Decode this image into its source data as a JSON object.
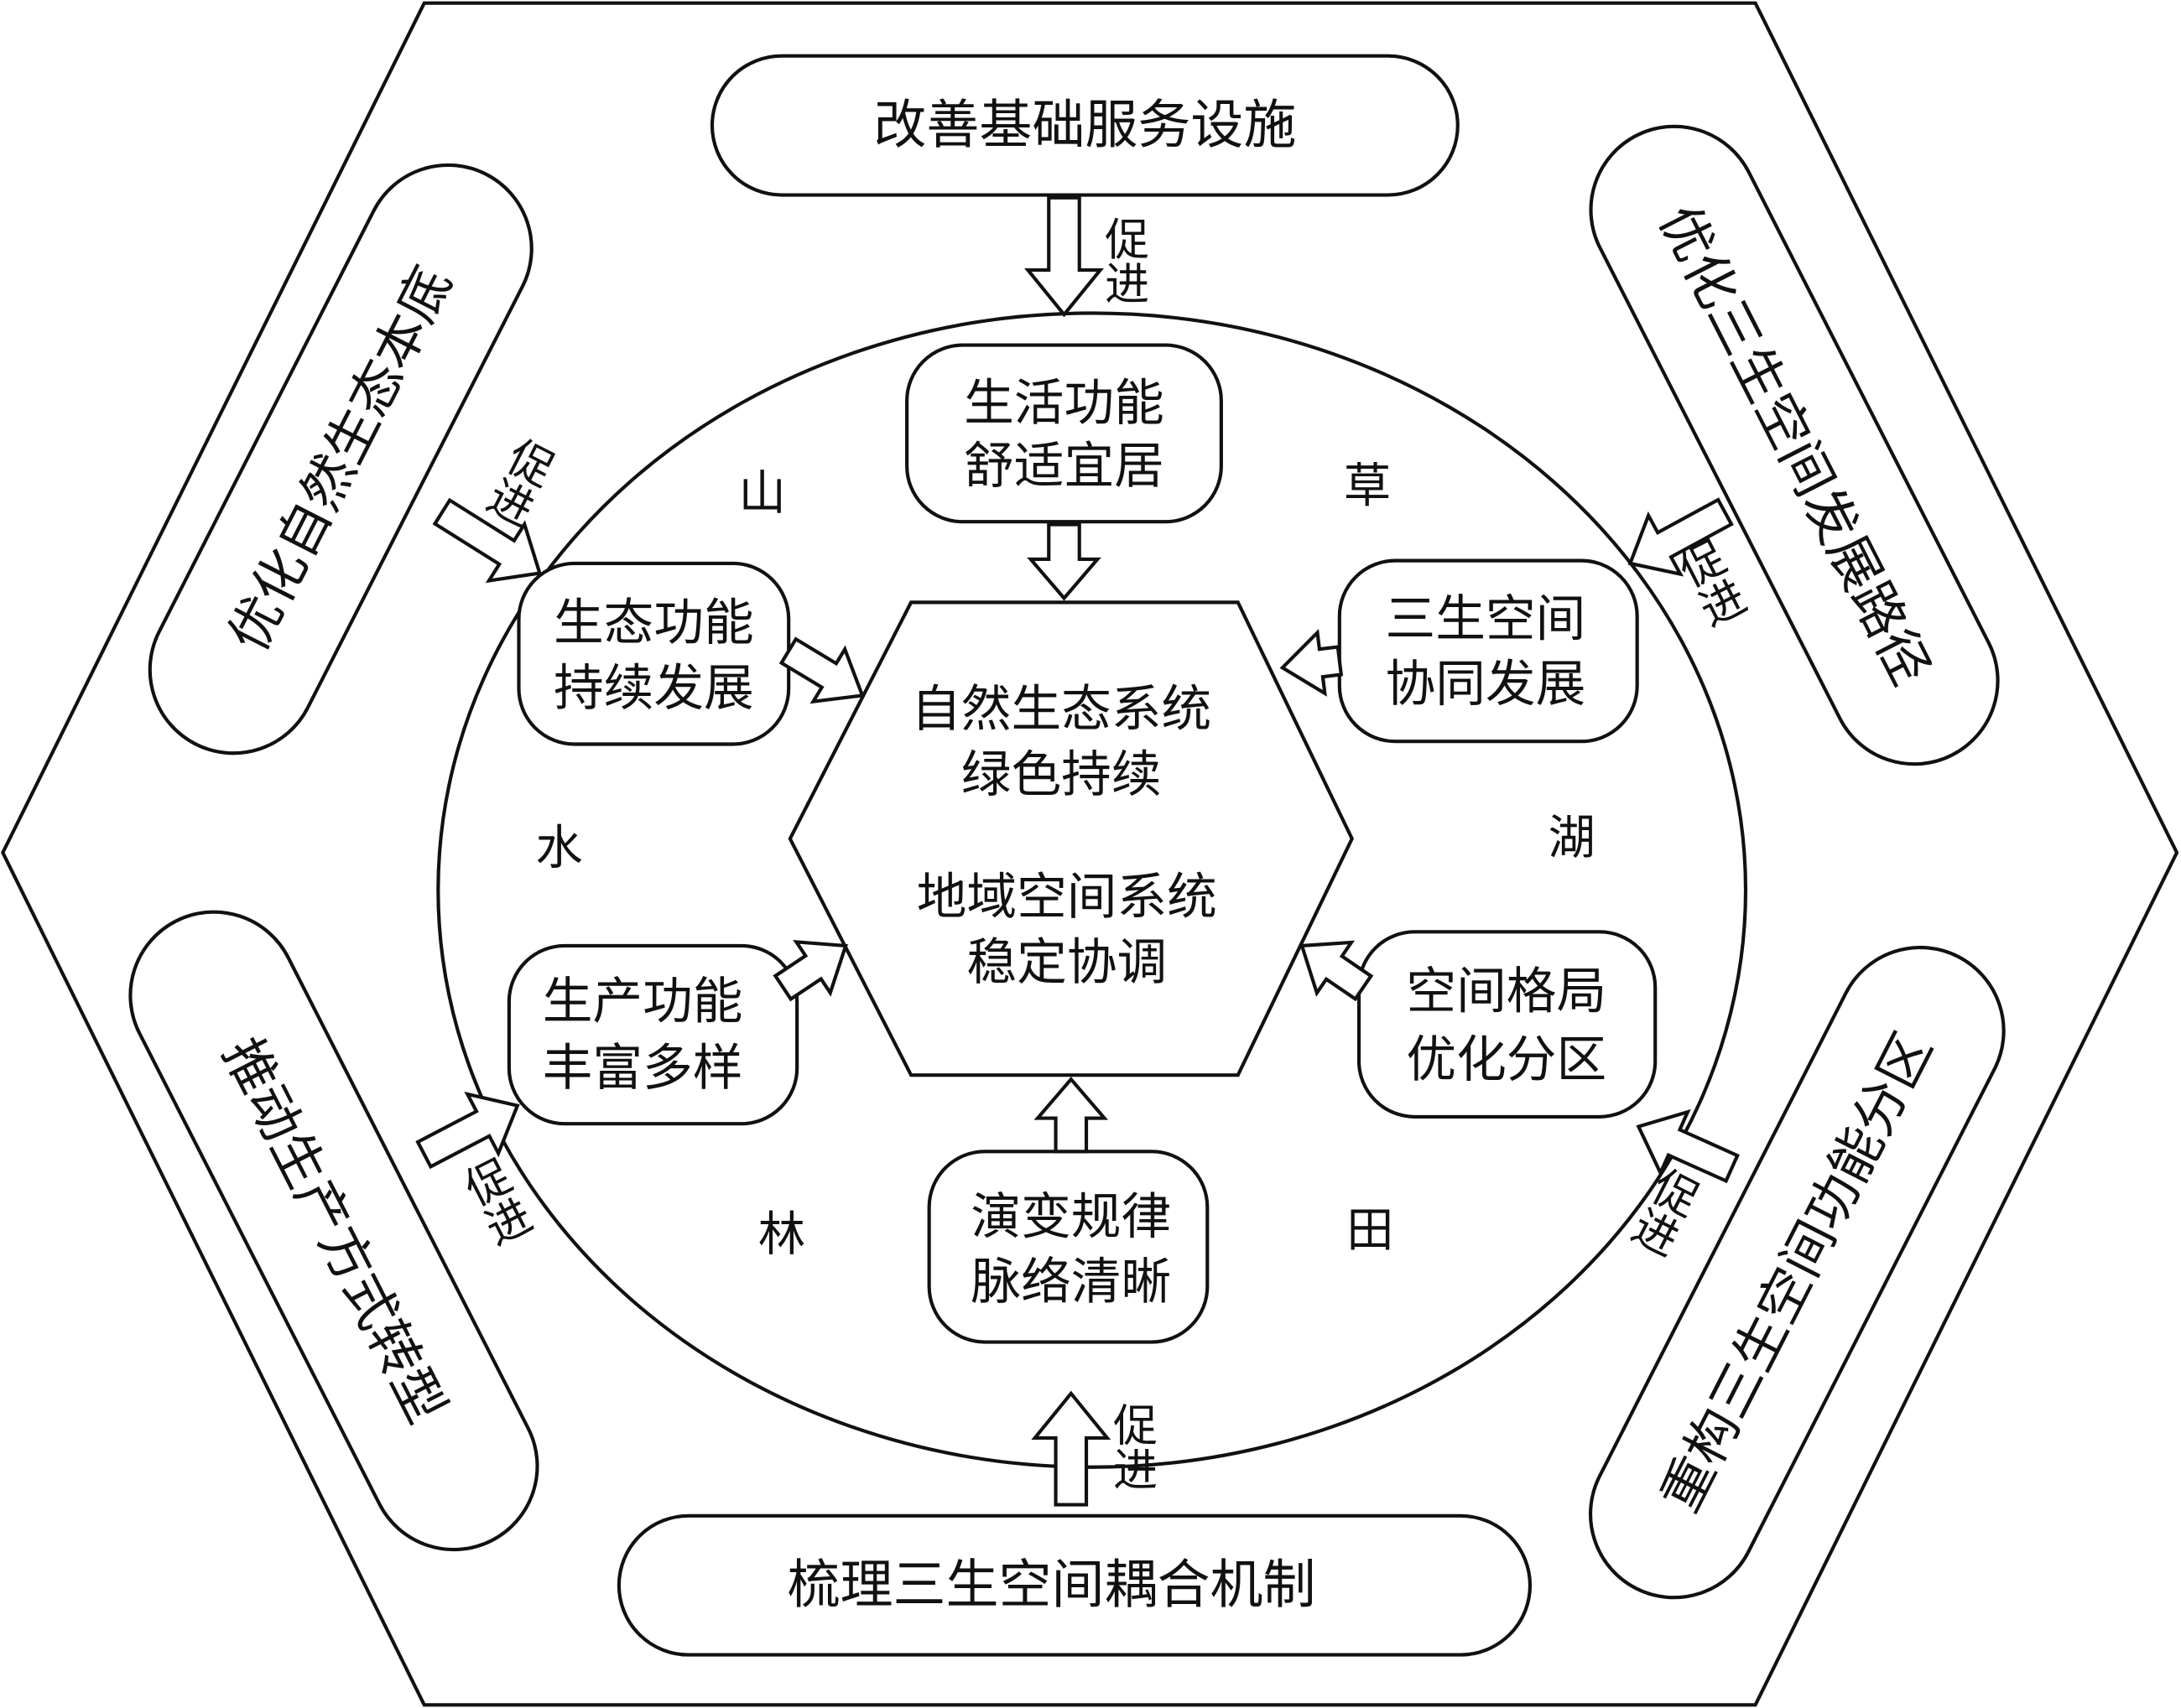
{
  "outer_pills": {
    "top": "改善基础服务设施",
    "bottom": "梳理三生空间耦合机制",
    "top_left": "优化自然生态本底",
    "top_right": "优化三生空间发展路径",
    "bottom_left": "推动生产方式转型",
    "bottom_right": "重构三生空间功能分区"
  },
  "promote_label": "促进",
  "inner_boxes": {
    "top": [
      "生活功能",
      "舒适宜居"
    ],
    "top_left": [
      "生态功能",
      "持续发展"
    ],
    "top_right": [
      "三生空间",
      "协同发展"
    ],
    "bottom_left": [
      "生产功能",
      "丰富多样"
    ],
    "bottom_right": [
      "空间格局",
      "优化分区"
    ],
    "bottom": [
      "演变规律",
      "脉络清晰"
    ]
  },
  "center": [
    "自然生态系统",
    "绿色持续",
    "地域空间系统",
    "稳定协调"
  ],
  "elements": {
    "mountain": "山",
    "grass": "草",
    "water": "水",
    "lake": "湖",
    "forest": "林",
    "field": "田"
  }
}
